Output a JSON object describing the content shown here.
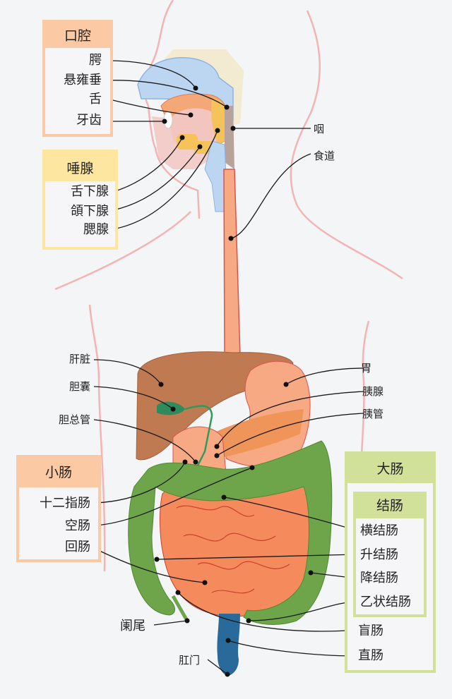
{
  "title": "消化系统",
  "colors": {
    "oral": "#fbc9a4",
    "salivary": "#fce6a0",
    "small_intestine": "#fbc9a4",
    "large_intestine": "#d2e19a",
    "colon": "#d2e19a",
    "liver": "#c07a52",
    "stomach": "#f6a982",
    "pancreas": "#f0955a",
    "gallbladder": "#2f8a5c",
    "colon_green": "#6fa54a",
    "small_int_orange": "#f58b5c",
    "rectum_blue": "#2a6a9a",
    "body_outline": "#f4b4b4"
  },
  "groups": {
    "oral_cavity": {
      "title": "口腔",
      "items": [
        "腭",
        "悬雍垂",
        "舌",
        "牙齿"
      ]
    },
    "salivary_glands": {
      "title": "唾腺",
      "items": [
        "舌下腺",
        "頜下腺",
        "腮腺"
      ]
    },
    "small_intestine": {
      "title": "小肠",
      "items": [
        "十二指肠",
        "空肠",
        "回肠"
      ]
    },
    "large_intestine": {
      "title": "大肠",
      "colon": {
        "title": "结肠",
        "items": [
          "横结肠",
          "升结肠",
          "降结肠",
          "乙状结肠"
        ]
      },
      "items": [
        "盲肠",
        "直肠"
      ]
    }
  },
  "labels": {
    "pharynx": "咽",
    "esophagus": "食道",
    "liver": "肝脏",
    "gallbladder": "胆囊",
    "common_bile_duct": "胆总管",
    "stomach": "胃",
    "pancreas": "胰腺",
    "pancreatic_duct": "胰管",
    "appendix": "阑尾",
    "anus": "肛门"
  }
}
